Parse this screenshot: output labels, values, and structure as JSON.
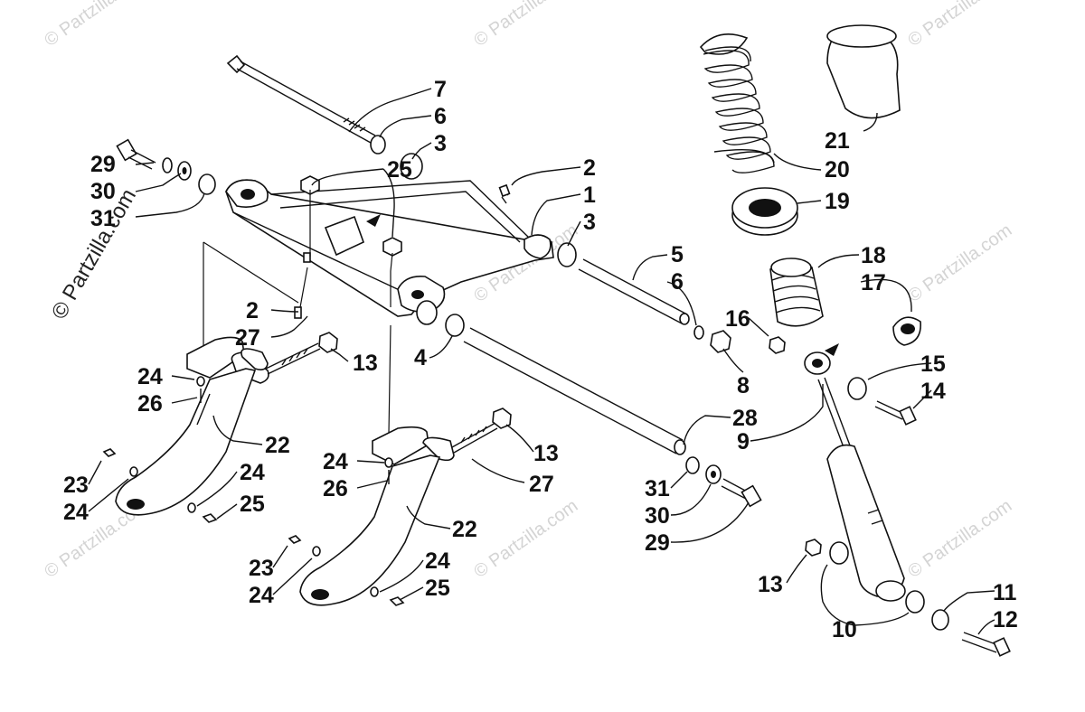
{
  "watermark_text": "© Partzilla.com",
  "side_watermark": "© Partzilla.com",
  "labels": {
    "l1": "1",
    "l2a": "2",
    "l2b": "2",
    "l3a": "3",
    "l3b": "3",
    "l4": "4",
    "l5": "5",
    "l6a": "6",
    "l6b": "6",
    "l7": "7",
    "l8": "8",
    "l9": "9",
    "l10": "10",
    "l11": "11",
    "l12": "12",
    "l13a": "13",
    "l13b": "13",
    "l13c": "13",
    "l14": "14",
    "l15": "15",
    "l16": "16",
    "l17": "17",
    "l18": "18",
    "l19": "19",
    "l20": "20",
    "l21": "21",
    "l22a": "22",
    "l22b": "22",
    "l23a": "23",
    "l23b": "23",
    "l24a": "24",
    "l24b": "24",
    "l24c": "24",
    "l24d": "24",
    "l24e": "24",
    "l24f": "24",
    "l25a": "25",
    "l25b": "25",
    "l25c": "25",
    "l26a": "26",
    "l26b": "26",
    "l27a": "27",
    "l27b": "27",
    "l28": "28",
    "l29a": "29",
    "l29b": "29",
    "l30a": "30",
    "l30b": "30",
    "l31a": "31",
    "l31b": "31"
  }
}
